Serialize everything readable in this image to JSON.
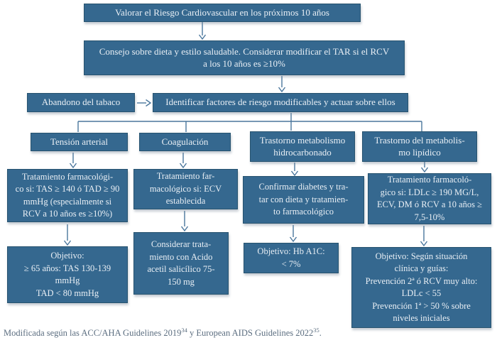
{
  "boxes": {
    "title": "Valorar el Riesgo Cardiovascular en los próximos 10 años",
    "advice": "Consejo sobre dieta y estilo saludable. Considerar modificar el TAR si el RCV\na los 10 años es ≥10%",
    "tobacco": "Abandono del tabaco",
    "identify": "Identificar factores de riesgo modificables y actuar sobre ellos"
  },
  "columns": [
    {
      "header": "Tensión arterial",
      "treatment": "Tratamiento farmacológi-\nco si: TAS ≥ 140 ó TAD ≥ 90\nmmHg (especialmente si\nRCV a 10 años es ≥10%)",
      "objective": "Objetivo:\n≥ 65 años: TAS 130-139\nmmHg\nTAD < 80 mmHg"
    },
    {
      "header": "Coagulación",
      "treatment": "Tratamiento far-\nmacológico si: ECV\nestablecida",
      "objective": "Considerar trata-\nmiento con Acido\nacetil salicílico 75-\n150 mg"
    },
    {
      "header": "Trastorno metabolismo\nhidrocarbonado",
      "treatment": "Confirmar diabetes y tra-\ntar con dieta y tratamien-\nto farmacológico",
      "objective": "Objetivo: Hb A1C:\n< 7%"
    },
    {
      "header": "Trastorno del metabolis-\nmo lipídico",
      "treatment": "Tratamiento farmacoló-\ngico si: LDLc ≥ 190 MG/L,\nECV, DM ó RCV a 10 años ≥\n7,5-10%",
      "objective": "Objetivo: Según situación\nclínica y guías:\nPrevención 2ª ó RCV muy alto:\nLDLc < 55\nPrevención 1ª > 50 % sobre\nniveles iniciales"
    }
  ],
  "footnote": {
    "part1": "Modificada según las ACC/AHA Guidelines 2019",
    "sup1": "34",
    "part2": " y European AIDS Guidelines 2022",
    "sup2": "35",
    "part3": "."
  },
  "colors": {
    "box_fill": "#35688f",
    "box_border": "#27536f",
    "box_text": "#e9eff5",
    "connector": "#4a769c",
    "footnote_text": "#5c6e80",
    "background": "#ffffff"
  }
}
